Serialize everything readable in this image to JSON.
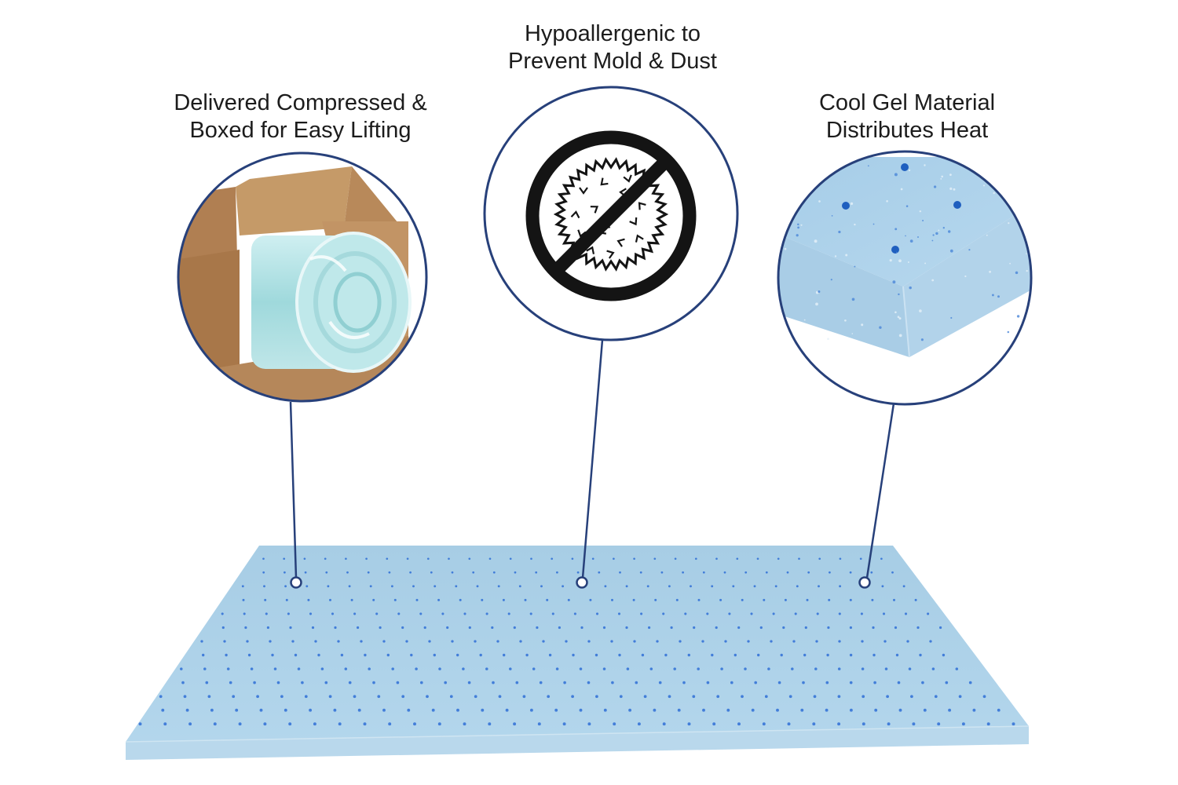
{
  "features": [
    {
      "id": "compressed-boxed",
      "lines": [
        "Delivered Compressed &",
        "Boxed for Easy Lifting"
      ],
      "icon": "boxed-roll-image"
    },
    {
      "id": "hypoallergenic",
      "lines": [
        "Hypoallergenic to",
        "Prevent Mold & Dust"
      ],
      "icon": "no-allergen-icon"
    },
    {
      "id": "cool-gel",
      "lines": [
        "Cool Gel Material",
        "Distributes Heat"
      ],
      "icon": "gel-foam-corner-image"
    }
  ],
  "colors": {
    "callout_ring": "#27407a",
    "foam_top": "#a9cfe6",
    "foam_side": "#b9d9ec",
    "gel_dots": "#2f6fd6",
    "box": "#b88a5a",
    "text": "#1c1c1c"
  }
}
